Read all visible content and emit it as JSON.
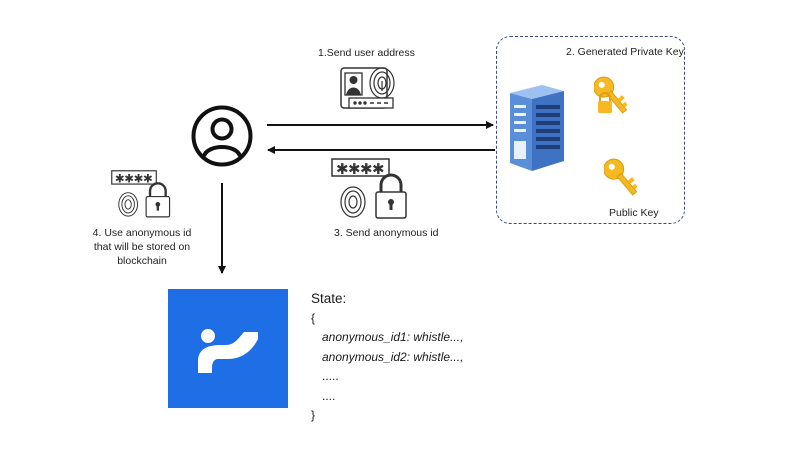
{
  "labels": {
    "step1": "1.Send user address",
    "step2": "2. Generated Private Key",
    "step3": "3. Send anonymous id",
    "step4_line1": "4. Use anonymous id",
    "step4_line2": "that will be stored on",
    "step4_line3": "blockchain",
    "public_key": "Public Key"
  },
  "state": {
    "title": "State:",
    "open": "{",
    "entries": [
      "anonymous_id1: whistle...,",
      "anonymous_id2: whistle...,"
    ],
    "ellipsis": [
      ".....",
      "...."
    ],
    "close": "}"
  },
  "icons": {
    "user": "user-circle-icon",
    "server": "server-rack-icon",
    "private_key": "key-lock-icon",
    "public_key": "key-icon",
    "id_card": "id-fingerprint-icon",
    "password_lock": "password-fingerprint-lock-icon",
    "logo": "blockchain-logo"
  },
  "colors": {
    "logo_bg": "#1e6fe6",
    "key": "#f5b921",
    "server": "#4f86d6",
    "box_border": "#3b4a7a"
  }
}
